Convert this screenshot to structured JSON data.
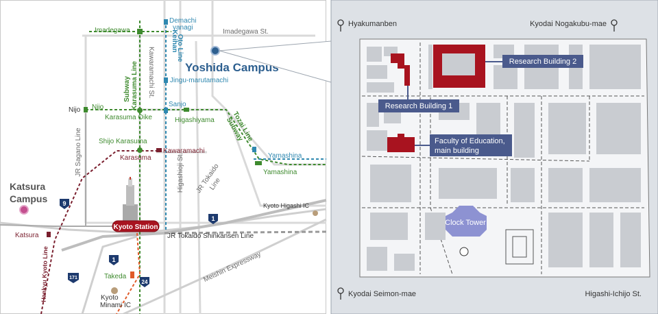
{
  "colors": {
    "campus_blue": "#2d5f8f",
    "research_red": "#a8131f",
    "label_bg": "#4a5a8c",
    "clock_tower": "#8d92d2",
    "subway_green": "#3e8a2e",
    "keihan_blue": "#2f88b0",
    "hankyu_maroon": "#7a1f2e",
    "right_panel_bg": "#dde1e6",
    "building_gray": "#c9ccd1"
  },
  "left_map": {
    "stations": {
      "imadegawa": "Imadegawa",
      "demachi": "Demachi\nyanagi",
      "jingu": "Jingu-marutamachi",
      "nijo_jr": "Nijo",
      "nijo_subway": "Nijo",
      "karasuma_oike": "Karasuma Oike",
      "sanjo": "Sanjo",
      "higashiyama": "Higashiyama",
      "shijo_karasuma": "Shijo Karasuma",
      "kawaramachi": "Kawaramachi",
      "karasuma": "Karasuma",
      "yamashina_keihan": "Yamashina",
      "yamashina_jr": "Yamashina",
      "katsura": "Katsura",
      "kyoto_station": "Kyoto Station",
      "takeda": "Takeda"
    },
    "lines": {
      "subway_karasuma": "Subway\nKarasuma Line",
      "keihan_oto": "Keihan\nOto Line",
      "subway_tozai": "Subway\nTozai Line",
      "jr_sagano": "JR Sagano Line",
      "jr_tokaido": "JR Tokaido\nLine",
      "shinkansen": "JR Tokaido Shinkansen Line",
      "hankyu_kyoto": "Hankyu Kyoto Line",
      "meishin": "Meishin Expressway"
    },
    "streets": {
      "imadegawa_st": "Imadegawa St.",
      "kawaramachi_st": "Kawaramachi St.",
      "higashioji_st": "Higashioji St."
    },
    "interchanges": {
      "kyoto_higashi": "Kyoto Higashi IC",
      "kyoto_minami": "Kyoto\nMinami IC"
    },
    "route_shields": [
      "9",
      "1",
      "1",
      "171",
      "24"
    ],
    "campuses": {
      "yoshida": "Yoshida Campus",
      "katsura": "Katsura\nCampus"
    }
  },
  "right_map": {
    "bus_stops": {
      "top_left": "Hyakumanben",
      "top_right": "Kyodai Nogakubu-mae",
      "bottom_left": "Kyodai Seimon-mae",
      "bottom_right": "Higashi-Ichijo St."
    },
    "labels": {
      "research_building_1": "Research Building 1",
      "research_building_2": "Research Building 2",
      "faculty_education": "Faculty of Education,\nmain building",
      "clock_tower": "Clock Tower"
    }
  }
}
